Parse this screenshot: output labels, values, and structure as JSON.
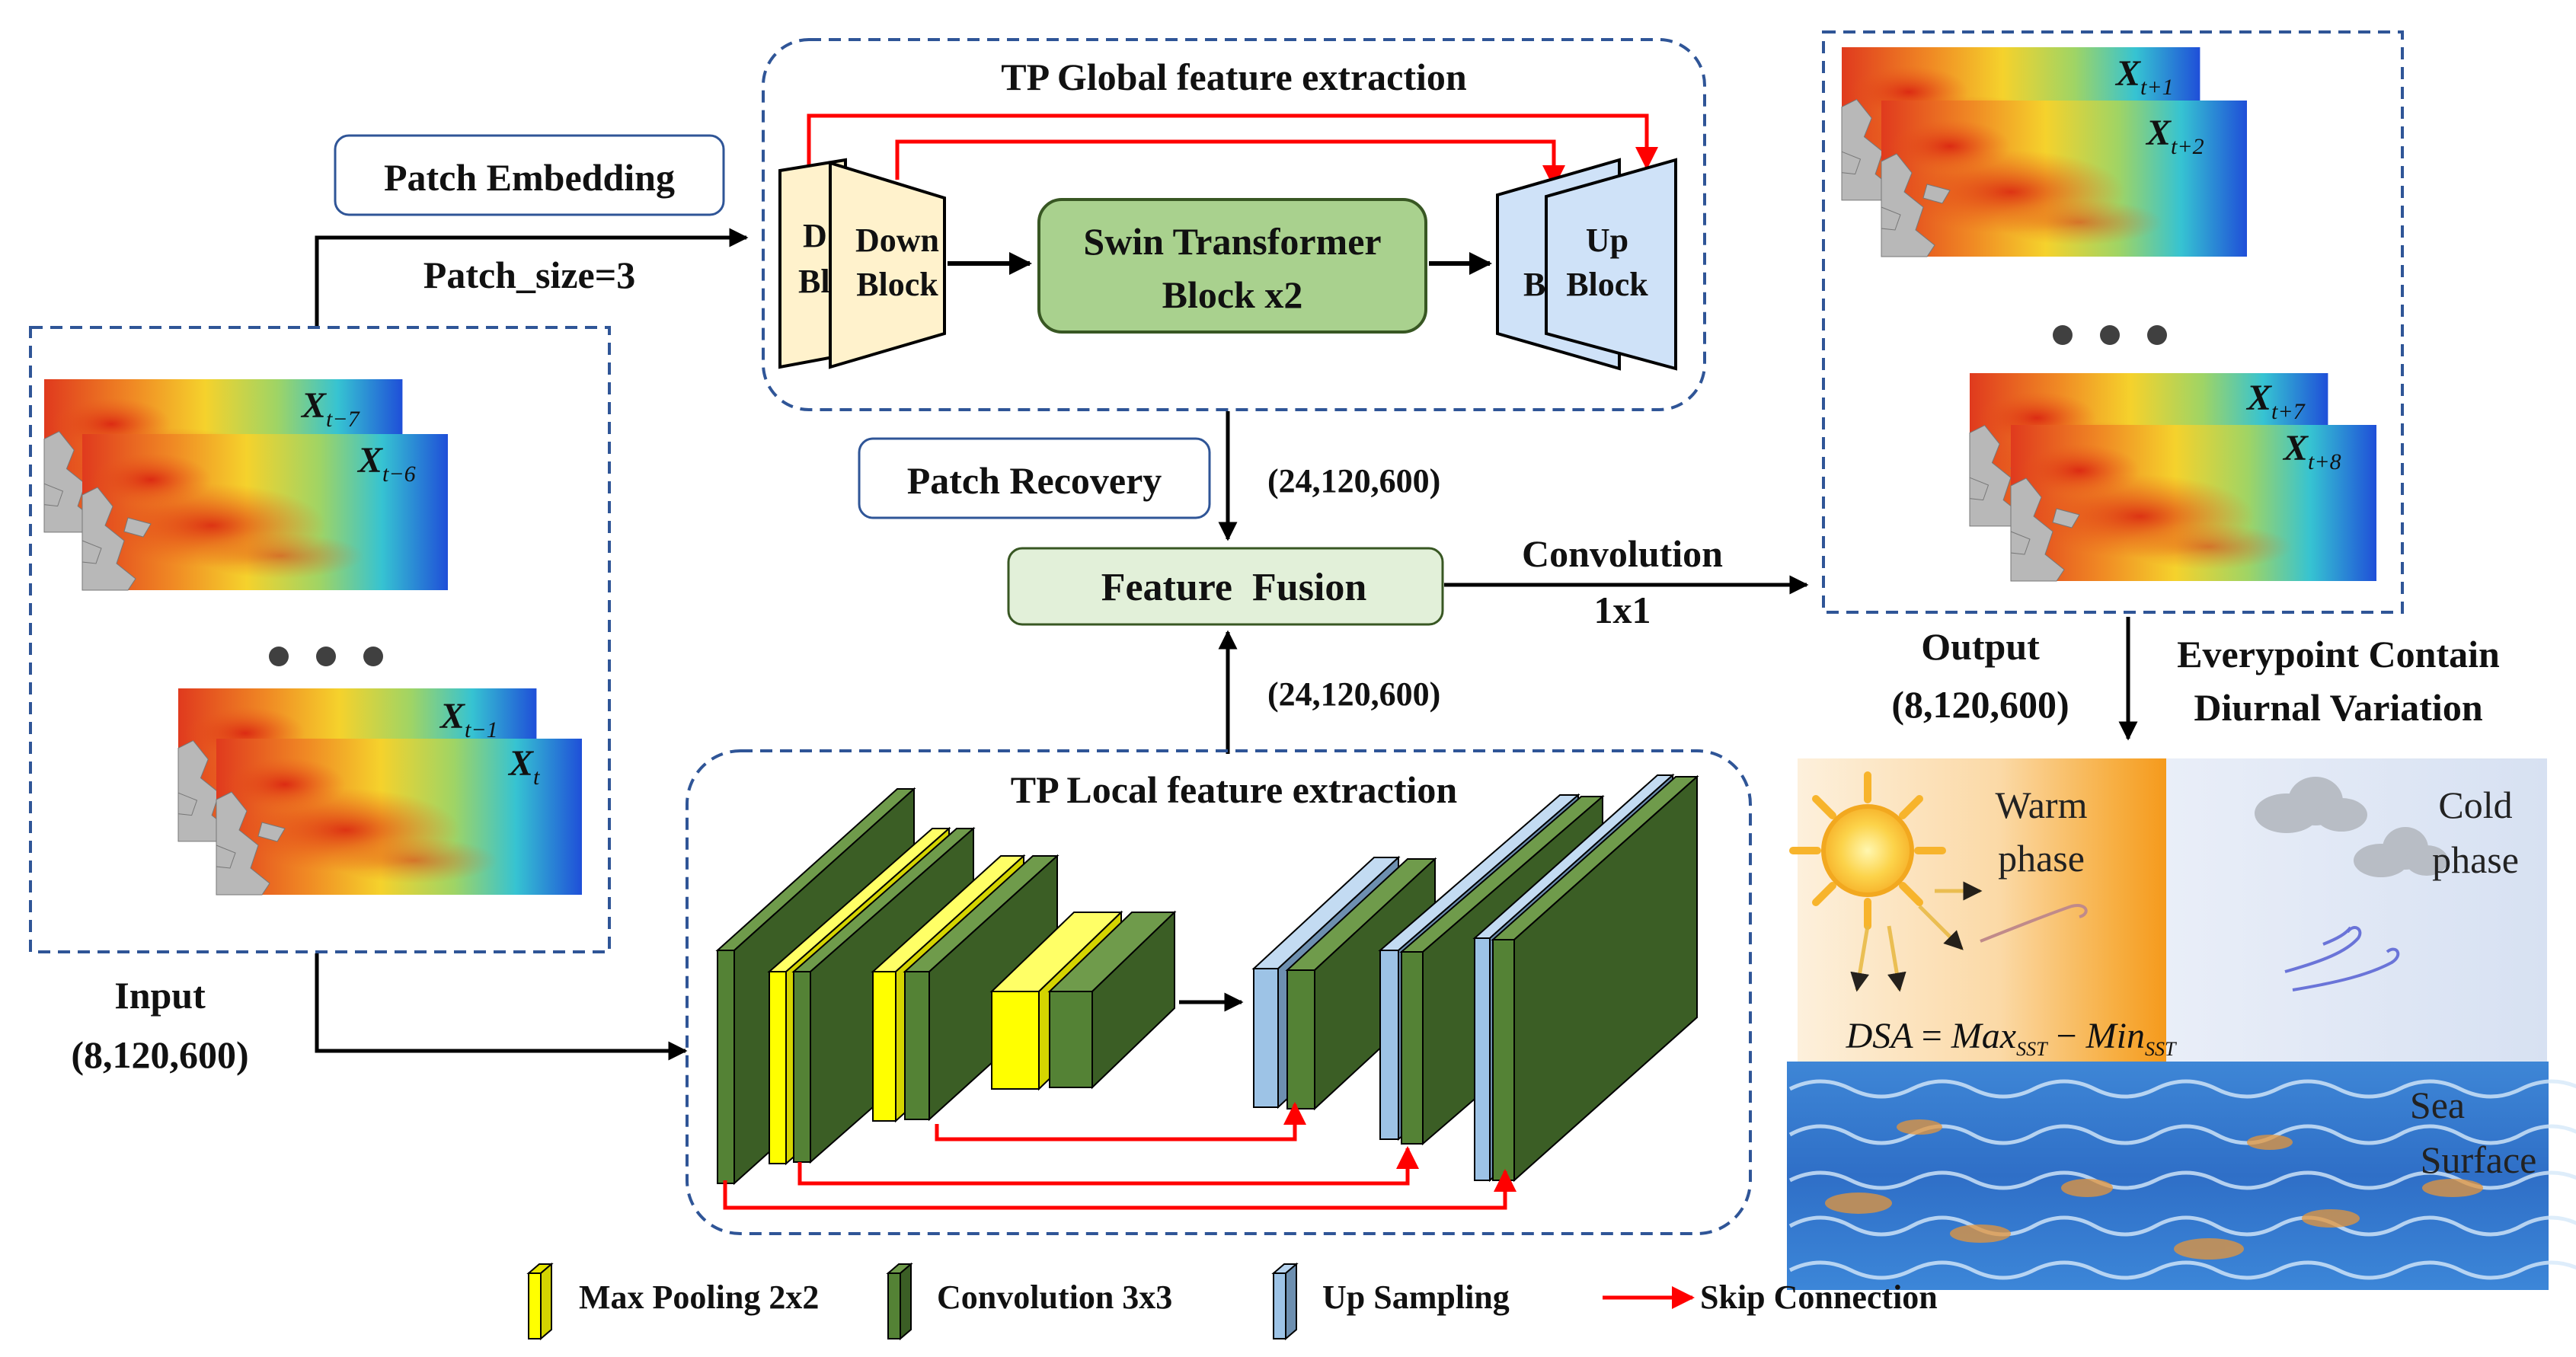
{
  "global": {
    "title": "TP Global feature extraction",
    "down_block_back": "Down Block",
    "down_block_front_1": "Down",
    "down_block_front_2": "Block",
    "swin_1": "Swin Transformer",
    "swin_2": "Block x2",
    "up_block_back": "Up Block",
    "up_block_front_1": "Up",
    "up_block_front_2": "Block"
  },
  "patch_embedding": "Patch Embedding",
  "patch_size": "Patch_size=3",
  "patch_recovery": "Patch Recovery",
  "shape_global": "(24,120,600)",
  "shape_local": "(24,120,600)",
  "feature_fusion": "Feature  Fusion",
  "convolution_1": "Convolution",
  "convolution_2": "1x1",
  "input": {
    "label": "Input",
    "shape": "(8,120,600)",
    "frames": [
      {
        "base": "X",
        "sub": "t−7"
      },
      {
        "base": "X",
        "sub": "t−6"
      },
      {
        "base": "X",
        "sub": "t−1"
      },
      {
        "base": "X",
        "sub": "t"
      }
    ]
  },
  "output": {
    "label": "Output",
    "shape": "(8,120,600)",
    "frames": [
      {
        "base": "X",
        "sub": "t+1"
      },
      {
        "base": "X",
        "sub": "t+2"
      },
      {
        "base": "X",
        "sub": "t+7"
      },
      {
        "base": "X",
        "sub": "t+8"
      }
    ]
  },
  "local": {
    "title": "TP Local feature extraction"
  },
  "diurnal": {
    "line1": "Everypoint Contain",
    "line2": "Diurnal Variation",
    "warm_1": "Warm",
    "warm_2": "phase",
    "cold_1": "Cold",
    "cold_2": "phase",
    "dsa_lhs": "DSA",
    "eq": "=",
    "max": "Max",
    "max_sub": "SST",
    "minus": "−",
    "min": "Min",
    "min_sub": "SST",
    "sea_1": "Sea",
    "sea_2": "Surface"
  },
  "legend": {
    "maxpool": "Max Pooling 2x2",
    "conv": "Convolution 3x3",
    "upsample": "Up Sampling",
    "skip": "Skip Connection"
  },
  "colors": {
    "dashed_border": "#2f5597",
    "swin_fill": "#a9d18e",
    "fusion_fill": "#e2f0d9",
    "down_fill": "#fff2cc",
    "up_fill": "#cfe2f8",
    "conv_green": "#548235",
    "pool_yellow": "#ffff00",
    "upsample_blue": "#9dc3e6",
    "skip_red": "#ff0000"
  }
}
